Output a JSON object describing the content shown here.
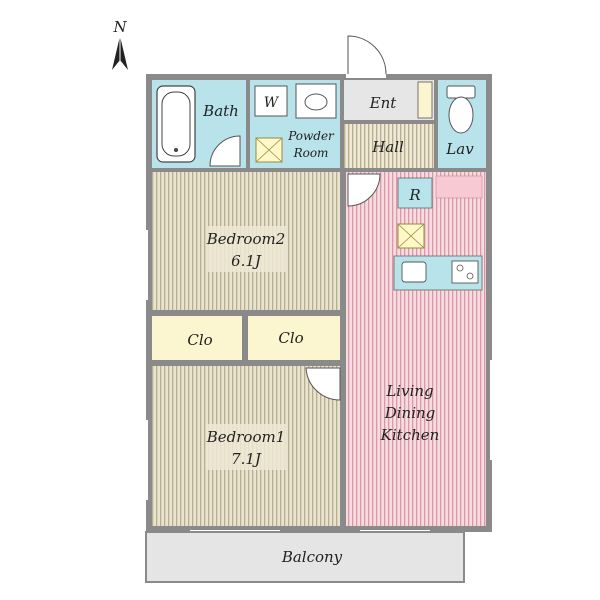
{
  "compass": {
    "letter": "N"
  },
  "rooms": {
    "bath": "Bath",
    "washer": "W",
    "powder_line1": "Powder",
    "powder_line2": "Room",
    "entrance": "Ent",
    "hall": "Hall",
    "lavatory": "Lav",
    "refrigerator": "R",
    "bedroom2_name": "Bedroom2",
    "bedroom2_size": "6.1J",
    "closet_left": "Clo",
    "closet_right": "Clo",
    "bedroom1_name": "Bedroom1",
    "bedroom1_size": "7.1J",
    "ldk_line1": "Living",
    "ldk_line2": "Dining",
    "ldk_line3": "Kitchen",
    "balcony": "Balcony"
  },
  "colors": {
    "wall": "#7a7a7a",
    "wet_area": "#b9e3ea",
    "bedroom_floor": "#e9e3cf",
    "bedroom_stripe": "#b7ad8f",
    "ldk_floor": "#f5d3da",
    "ldk_stripe": "#d99aa8",
    "closet": "#fbf6cf",
    "entrance": "#e6e6e6",
    "balcony": "#e5e5e5"
  }
}
